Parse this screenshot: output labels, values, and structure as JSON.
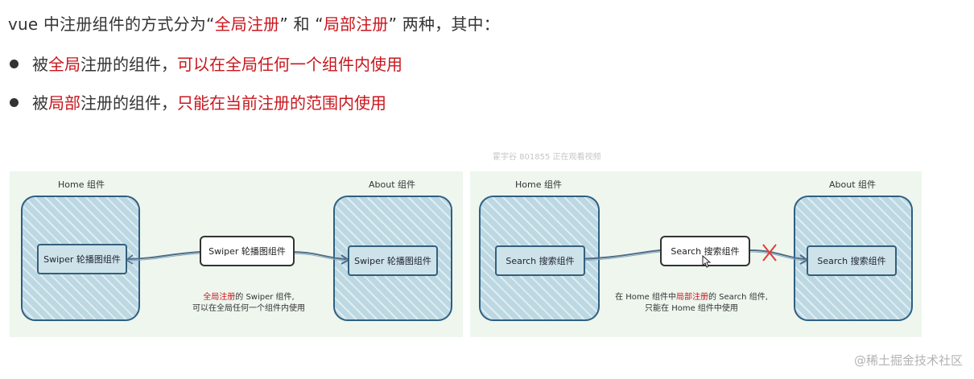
{
  "intro": {
    "prefix": "vue 中注册组件的方式分为",
    "q1_open": "“",
    "global_term": "全局注册",
    "q1_close": "”",
    "middle": "和",
    "q2_open": "“",
    "local_term": "局部注册",
    "q2_close": "”",
    "suffix": "两种，其中："
  },
  "bullets": [
    {
      "prefix": "被",
      "term": "全局",
      "middle": "注册的组件，",
      "tail": "可以在全局任何一个组件内使用"
    },
    {
      "prefix": "被",
      "term": "局部",
      "middle": "注册的组件，",
      "tail": "只能在当前注册的范围内使用"
    }
  ],
  "watermark": "霍宇谷 801855 正在观看视频",
  "diagram_global": {
    "home_title": "Home 组件",
    "about_title": "About 组件",
    "home_inner": "Swiper 轮播图组件",
    "float_label": "Swiper 轮播图组件",
    "about_inner": "Swiper 轮播图组件",
    "caption_term": "全局注册",
    "caption_rest": "的 Swiper 组件,",
    "caption_line2": "可以在全局任何一个组件内使用"
  },
  "diagram_local": {
    "home_title": "Home 组件",
    "about_title": "About 组件",
    "home_inner": "Search 搜索组件",
    "float_label": "Search 搜索组件",
    "about_inner": "Search 搜索组件",
    "caption_prefix": "在 Home 组件中",
    "caption_term": "局部注册",
    "caption_rest": "的 Search 组件,",
    "caption_line2": "只能在 Home 组件中使用"
  },
  "site_watermark": "@稀土掘金技术社区",
  "colors": {
    "accent_red": "#c8161d",
    "box_blue": "#bcd8e2",
    "panel_bg": "#eef6ee"
  }
}
